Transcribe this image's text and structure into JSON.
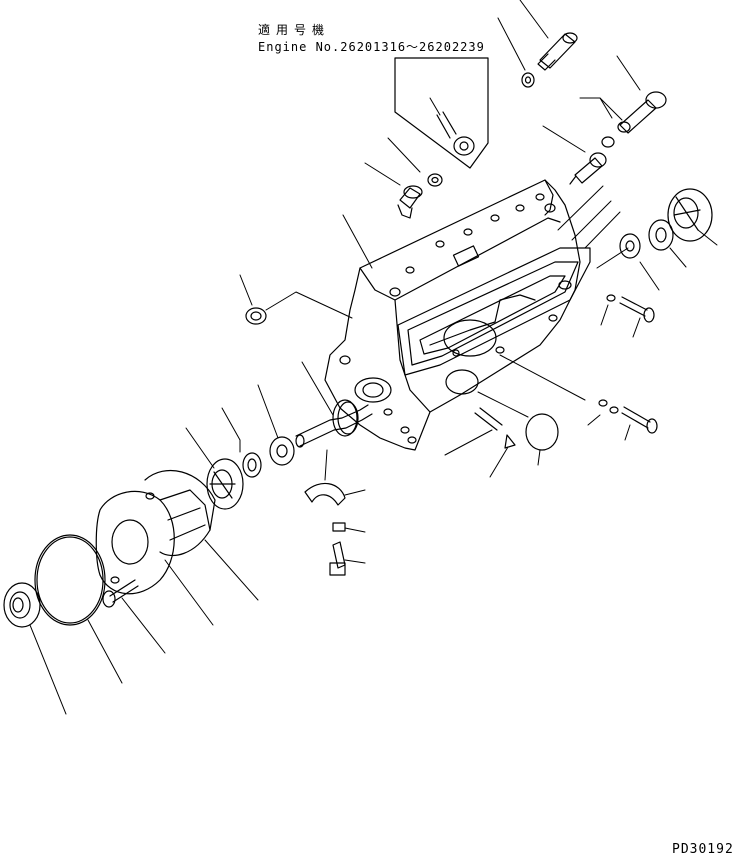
{
  "header": {
    "applicable_label": "適用号機",
    "engine_range": "Engine No.26201316～26202239"
  },
  "footer": {
    "drawing_code": "PD30192"
  }
}
